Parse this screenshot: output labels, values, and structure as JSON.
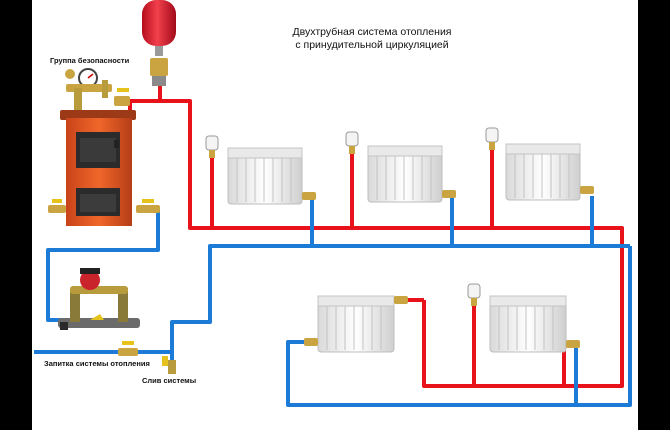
{
  "title": {
    "line1": "Двухтрубная система отопления",
    "line2": "с принудительной циркуляцией"
  },
  "labels": {
    "safety_group": "Группа безопасности",
    "feed": "Запитка системы отопления",
    "drain": "Слив системы"
  },
  "colors": {
    "supply": "#e8121a",
    "return": "#1c7bd6",
    "boiler": "#e2581e",
    "tank": "#e3182b",
    "radiator": "#f2f2f2"
  }
}
